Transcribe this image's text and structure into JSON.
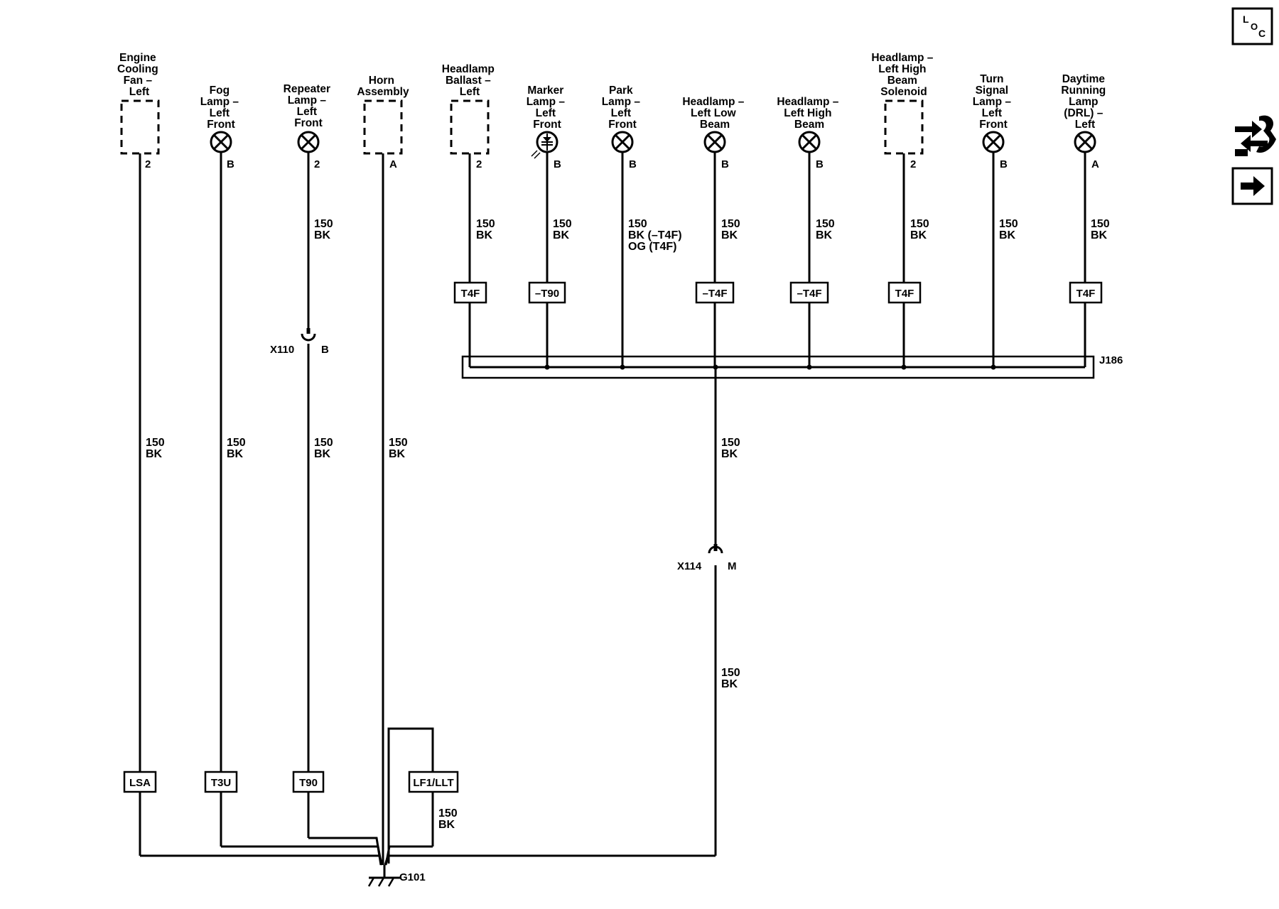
{
  "components": [
    {
      "id": "engine-cooling-fan",
      "label": [
        "Engine",
        "Cooling",
        "Fan –",
        "Left"
      ],
      "pin": "2",
      "symbol": "box"
    },
    {
      "id": "fog-lamp",
      "label": [
        "Fog",
        "Lamp –",
        "Left",
        "Front"
      ],
      "pin": "B",
      "symbol": "lamp"
    },
    {
      "id": "repeater-lamp",
      "label": [
        "Repeater",
        "Lamp –",
        "Left",
        "Front"
      ],
      "pin": "2",
      "symbol": "lamp"
    },
    {
      "id": "horn-assembly",
      "label": [
        "Horn",
        "Assembly"
      ],
      "pin": "A",
      "symbol": "box"
    },
    {
      "id": "headlamp-ballast",
      "label": [
        "Headlamp",
        "Ballast –",
        "Left"
      ],
      "pin": "2",
      "symbol": "box"
    },
    {
      "id": "marker-lamp",
      "label": [
        "Marker",
        "Lamp –",
        "Left",
        "Front"
      ],
      "pin": "B",
      "symbol": "led"
    },
    {
      "id": "park-lamp",
      "label": [
        "Park",
        "Lamp –",
        "Left",
        "Front"
      ],
      "pin": "B",
      "symbol": "lamp"
    },
    {
      "id": "headlamp-low-beam",
      "label": [
        "Headlamp –",
        "Left Low",
        "Beam"
      ],
      "pin": "B",
      "symbol": "lamp"
    },
    {
      "id": "headlamp-high-beam",
      "label": [
        "Headlamp –",
        "Left High",
        "Beam"
      ],
      "pin": "B",
      "symbol": "lamp"
    },
    {
      "id": "headlamp-high-beam-solenoid",
      "label": [
        "Headlamp –",
        "Left High",
        "Beam",
        "Solenoid"
      ],
      "pin": "2",
      "symbol": "box"
    },
    {
      "id": "turn-signal-lamp",
      "label": [
        "Turn",
        "Signal",
        "Lamp –",
        "Left",
        "Front"
      ],
      "pin": "B",
      "symbol": "lamp"
    },
    {
      "id": "drl-lamp",
      "label": [
        "Daytime",
        "Running",
        "Lamp",
        "(DRL) –",
        "Left"
      ],
      "pin": "A",
      "symbol": "lamp"
    }
  ],
  "wire_labels": [
    {
      "id": "w-repeater-upper",
      "lines": [
        "150",
        "BK"
      ]
    },
    {
      "id": "w-ballast",
      "lines": [
        "150",
        "BK"
      ]
    },
    {
      "id": "w-marker",
      "lines": [
        "150",
        "BK"
      ]
    },
    {
      "id": "w-park",
      "lines": [
        "150",
        "BK (–T4F)",
        "OG (T4F)"
      ]
    },
    {
      "id": "w-lowbeam",
      "lines": [
        "150",
        "BK"
      ]
    },
    {
      "id": "w-highbeam",
      "lines": [
        "150",
        "BK"
      ]
    },
    {
      "id": "w-solenoid",
      "lines": [
        "150",
        "BK"
      ]
    },
    {
      "id": "w-turn",
      "lines": [
        "150",
        "BK"
      ]
    },
    {
      "id": "w-drl",
      "lines": [
        "150",
        "BK"
      ]
    },
    {
      "id": "w-fan",
      "lines": [
        "150",
        "BK"
      ]
    },
    {
      "id": "w-fog",
      "lines": [
        "150",
        "BK"
      ]
    },
    {
      "id": "w-repeater-lower",
      "lines": [
        "150",
        "BK"
      ]
    },
    {
      "id": "w-horn",
      "lines": [
        "150",
        "BK"
      ]
    },
    {
      "id": "w-j186-out",
      "lines": [
        "150",
        "BK"
      ]
    },
    {
      "id": "w-x114-lower",
      "lines": [
        "150",
        "BK"
      ]
    },
    {
      "id": "w-lf1llt",
      "lines": [
        "150",
        "BK"
      ]
    }
  ],
  "option_boxes": {
    "ballast": "T4F",
    "marker": "–T90",
    "lowbeam": "–T4F",
    "highbeam": "–T4F",
    "solenoid": "T4F",
    "drl": "T4F",
    "fan": "LSA",
    "fog": "T3U",
    "repeater": "T90",
    "horn": "LF1/LLT"
  },
  "connectors": {
    "x110": {
      "name": "X110",
      "pin": "B"
    },
    "x114": {
      "name": "X114",
      "pin": "M"
    }
  },
  "splice": "J186",
  "ground": "G101",
  "nav_icons": {
    "loc": {
      "l": "L",
      "o": "O",
      "c": "C"
    }
  }
}
